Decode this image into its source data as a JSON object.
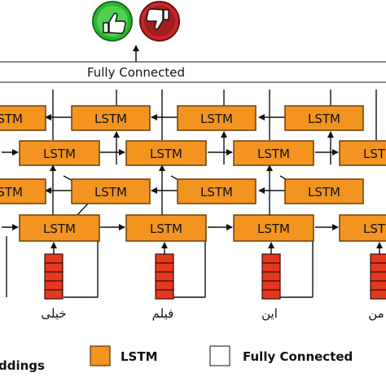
{
  "output": {
    "positive_icon": "thumbs-up-icon",
    "negative_icon": "thumbs-down-icon",
    "positive_color": "#2db52d",
    "negative_color": "#c62828"
  },
  "fully_connected_label": "Fully Connected",
  "lstm_label": "LSTM",
  "tokens": [
    "خیلی",
    "فیلم",
    "این",
    "من"
  ],
  "legend": {
    "embeddings_label": "ddings",
    "lstm_label": "LSTM",
    "fc_label": "Fully Connected"
  },
  "colors": {
    "lstm_fill": "#f2941f",
    "lstm_stroke": "#6b3f0c",
    "embedding_fill": "#e5391f",
    "line": "#111111"
  }
}
